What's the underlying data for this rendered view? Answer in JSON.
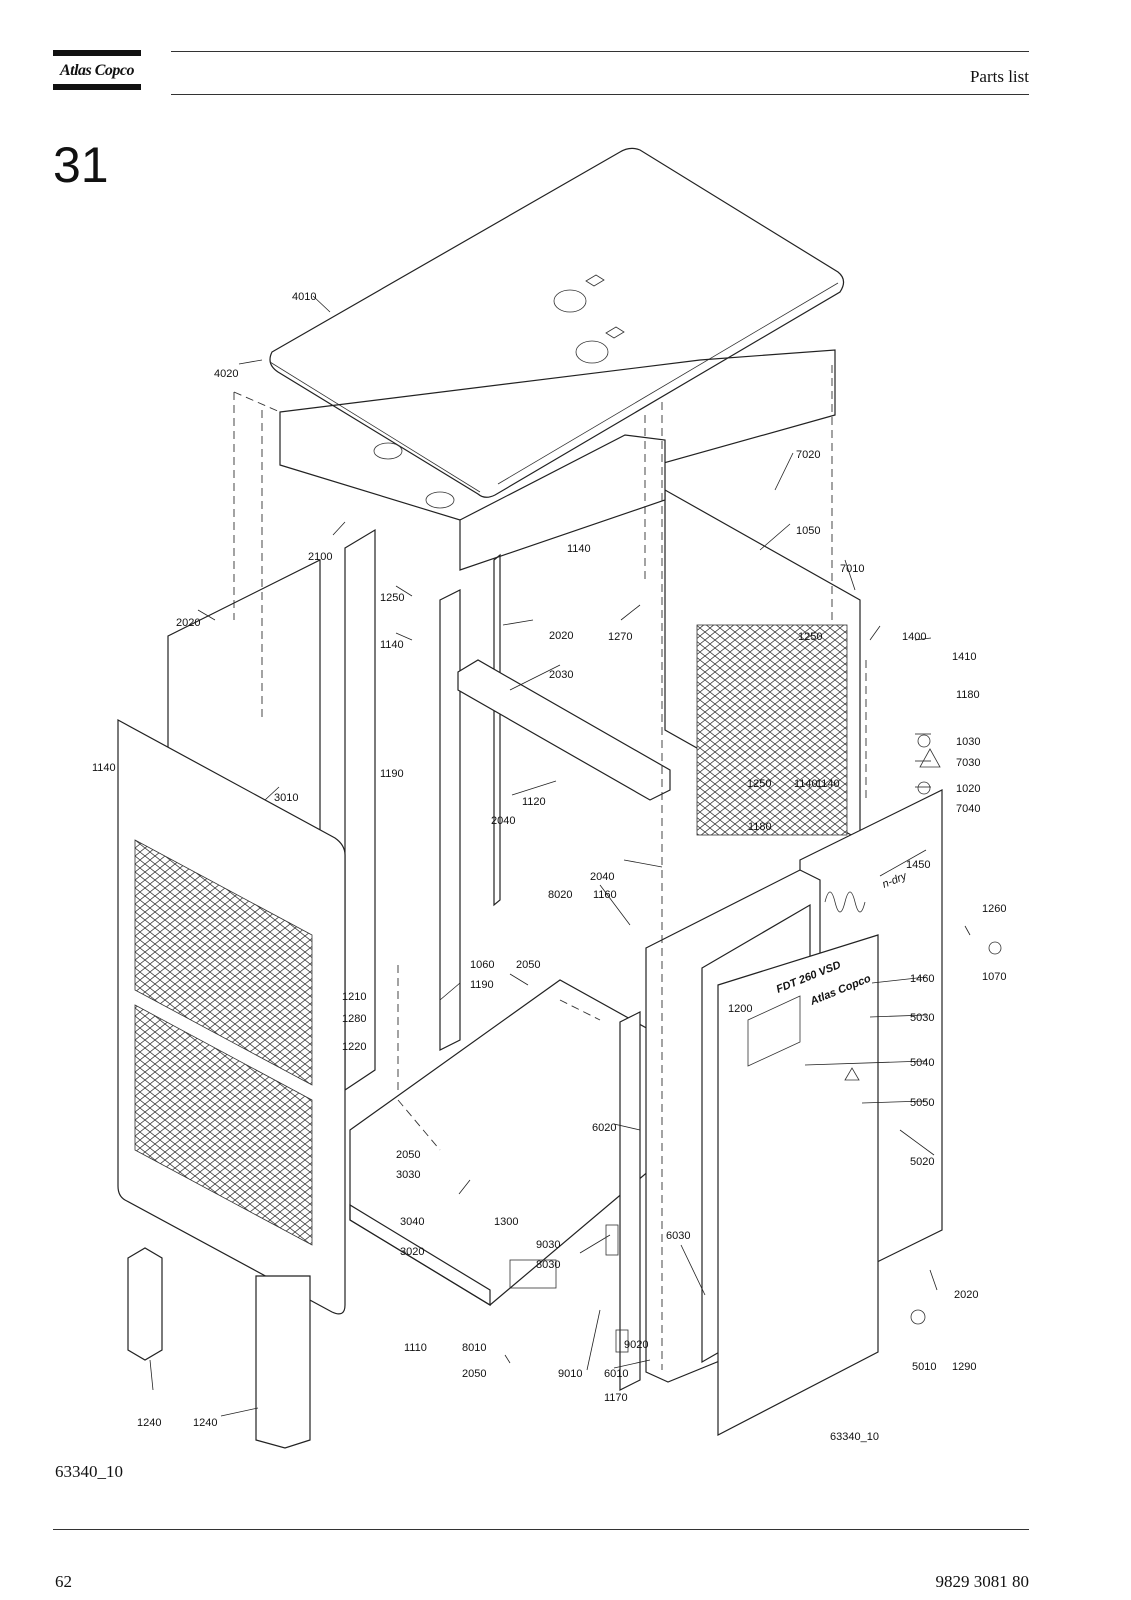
{
  "header": {
    "logo_text": "Atlas Copco",
    "title": "Parts list"
  },
  "section_number": "31",
  "figure_id": "63340_10",
  "footer": {
    "page_number": "62",
    "document_number": "9829 3081 80"
  },
  "diagram": {
    "drawing_ref": "63340_10",
    "panel_marking": "FDT 260 VSD",
    "panel_brand": "Atlas Copco",
    "badge_text": "n-dry",
    "callouts": [
      "4010",
      "4020",
      "2100",
      "2020",
      "1250",
      "1140",
      "1140",
      "1190",
      "3010",
      "1140",
      "2020",
      "2030",
      "1270",
      "1120",
      "2040",
      "1140",
      "7020",
      "1050",
      "7010",
      "1250",
      "1400",
      "1410",
      "1180",
      "1030",
      "7030",
      "1020",
      "7040",
      "1250",
      "1140",
      "1180",
      "2040",
      "1450",
      "8020",
      "1160",
      "1260",
      "1070",
      "1060",
      "2050",
      "1190",
      "1210",
      "1280",
      "1220",
      "1460",
      "1200",
      "5030",
      "5040",
      "5050",
      "5020",
      "6020",
      "2050",
      "3030",
      "3040",
      "1300",
      "3020",
      "9030",
      "8030",
      "6030",
      "9020",
      "2020",
      "1110",
      "8010",
      "2050",
      "9010",
      "6010",
      "1170",
      "5010",
      "1290",
      "1240",
      "1240",
      "63340_10"
    ]
  }
}
